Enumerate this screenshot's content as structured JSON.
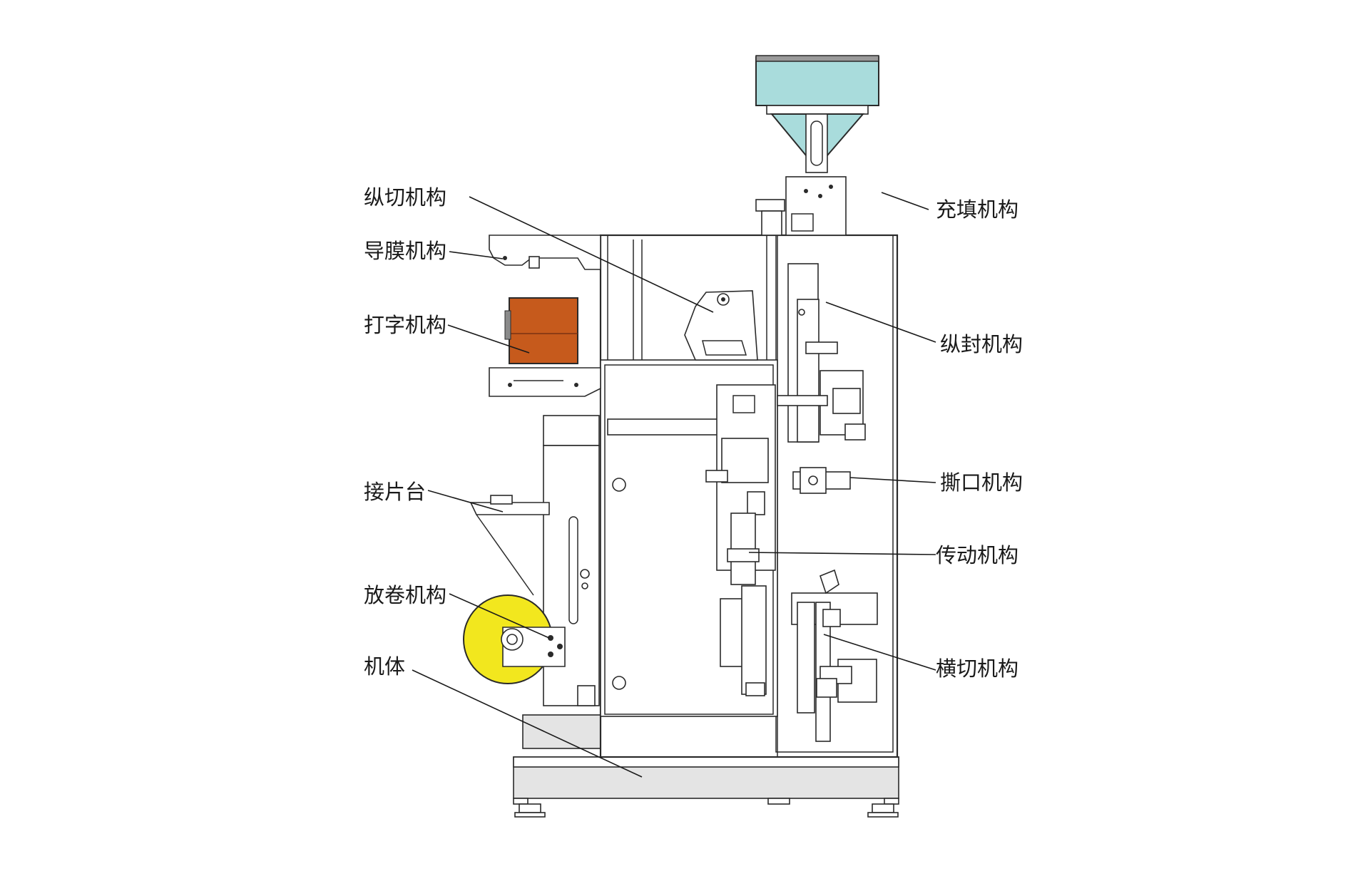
{
  "diagram": {
    "colors": {
      "hopper": "#a9dcdc",
      "printer": "#c65a1c",
      "film_roll": "#f2e71e",
      "base": "#e4e4e4",
      "line": "#2a2a2a"
    },
    "labels": {
      "longitudinal_cut": "纵切机构",
      "film_guide": "导膜机构",
      "printing": "打字机构",
      "splicing_table": "接片台",
      "unwinding": "放卷机构",
      "machine_body": "机体",
      "filling": "充填机构",
      "longitudinal_seal": "纵封机构",
      "tear_notch": "撕口机构",
      "transmission": "传动机构",
      "cross_cut": "横切机构"
    }
  }
}
